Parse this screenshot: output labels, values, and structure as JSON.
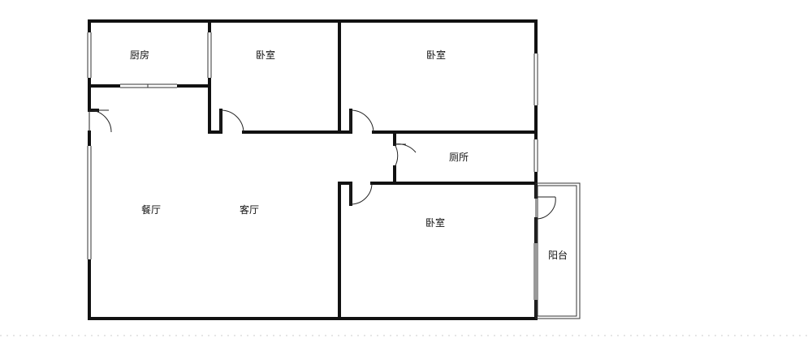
{
  "rooms": {
    "kitchen": "厨房",
    "bedroom_top_left": "卧室",
    "bedroom_top_right": "卧室",
    "toilet": "厕所",
    "dining": "餐厅",
    "living": "客厅",
    "bedroom_bottom": "卧室",
    "balcony": "阳台"
  },
  "colors": {
    "wall": "#111111",
    "background": "#ffffff"
  }
}
